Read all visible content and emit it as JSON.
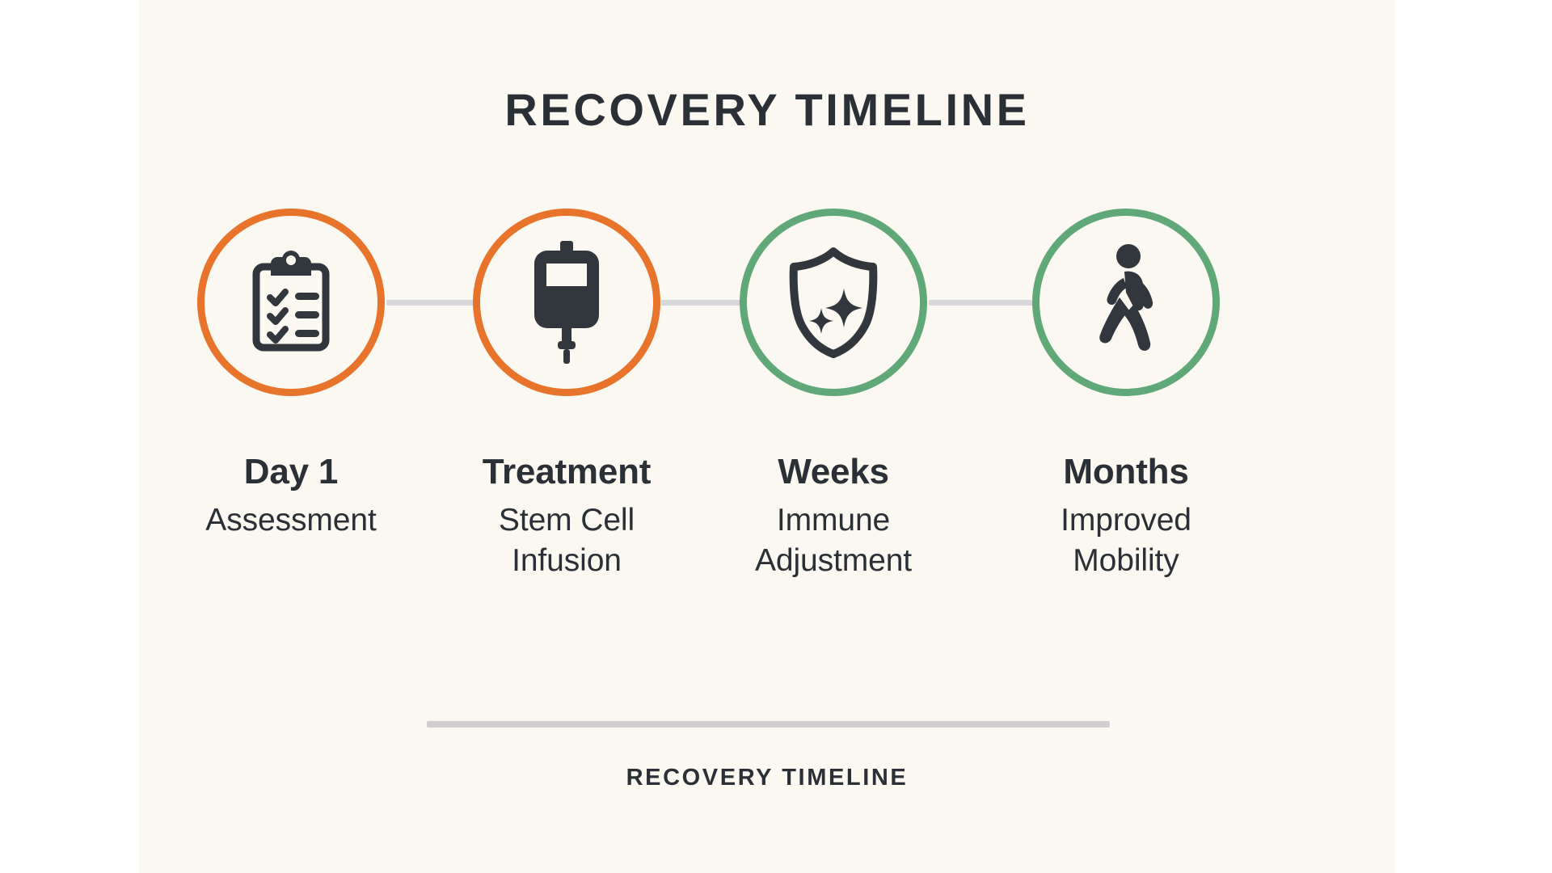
{
  "theme": {
    "background": "#FFFFFF",
    "panel_background": "#FAF8F1",
    "text_color": "#2B3036",
    "accent_orange": "#E8732A",
    "accent_green": "#61A878",
    "connector_gray": "#D7D7D9",
    "divider_gray": "#CFCFD2"
  },
  "header": {
    "title": "RECOVERY TIMELINE"
  },
  "timeline": {
    "steps": [
      {
        "title": "Day 1",
        "subtitle": "Assessment",
        "icon": "clipboard-checklist-icon",
        "ring_color": "#E8732A"
      },
      {
        "title": "Treatment",
        "subtitle": "Stem Cell\nInfusion",
        "icon": "iv-bag-icon",
        "ring_color": "#E8732A"
      },
      {
        "title": "Weeks",
        "subtitle": "Immune\nAdjustment",
        "icon": "shield-sparkle-icon",
        "ring_color": "#61A878"
      },
      {
        "title": "Months",
        "subtitle": "Improved\nMobility",
        "icon": "walking-person-icon",
        "ring_color": "#61A878"
      }
    ]
  },
  "footer": {
    "caption": "RECOVERY TIMELINE"
  }
}
